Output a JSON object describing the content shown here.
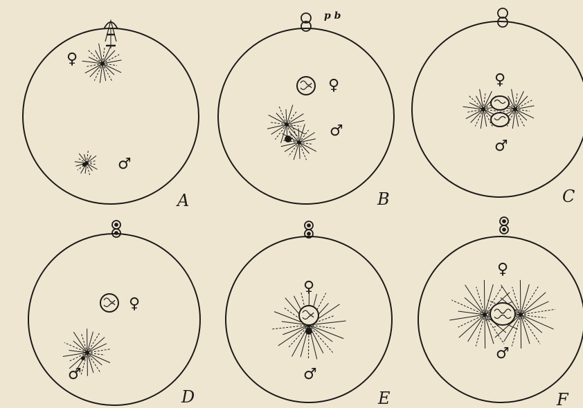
{
  "figure": {
    "pb_label": "p b",
    "female_symbol": "♀",
    "male_symbol": "♂",
    "panels": [
      {
        "id": "A",
        "label": "A"
      },
      {
        "id": "B",
        "label": "B"
      },
      {
        "id": "C",
        "label": "C"
      },
      {
        "id": "D",
        "label": "D"
      },
      {
        "id": "E",
        "label": "E"
      },
      {
        "id": "F",
        "label": "F"
      }
    ]
  },
  "colors": {
    "paper": "#efe6d2",
    "ink": "#1c1a17"
  }
}
